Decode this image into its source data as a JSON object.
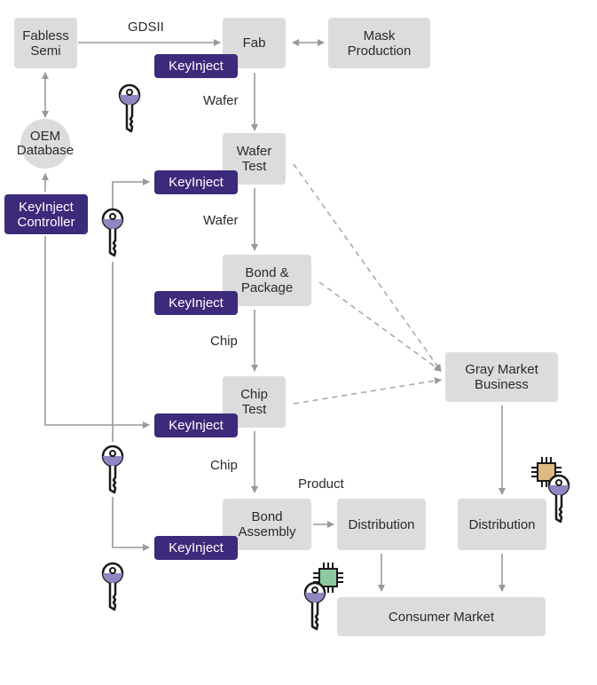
{
  "nodes": {
    "fabless_semi": "Fabless\nSemi",
    "fab": "Fab",
    "mask_production": "Mask\nProduction",
    "oem_database": "OEM\nDatabase",
    "keyinject_controller": "KeyInject\nController",
    "wafer_test": "Wafer\nTest",
    "bond_package": "Bond &\nPackage",
    "chip_test": "Chip\nTest",
    "bond_assembly": "Bond\nAssembly",
    "distribution_main": "Distribution",
    "gray_market": "Gray Market\nBusiness",
    "distribution_gray": "Distribution",
    "consumer_market": "Consumer Market"
  },
  "badges": {
    "fab": "KeyInject",
    "wafer_test": "KeyInject",
    "bond_package": "KeyInject",
    "chip_test": "KeyInject",
    "bond_assembly": "KeyInject"
  },
  "edge_labels": {
    "gdsii": "GDSII",
    "wafer_1": "Wafer",
    "wafer_2": "Wafer",
    "chip_1": "Chip",
    "chip_2": "Chip",
    "product": "Product"
  },
  "icons": [
    "key-icon",
    "chip-icon"
  ],
  "colors": {
    "box": "#dcdcdc",
    "badge": "#3c2a7a",
    "key_fill": "#8f86c2",
    "chip_orange": "#e0b884",
    "chip_green": "#8cc9a0",
    "arrow": "#999999"
  }
}
